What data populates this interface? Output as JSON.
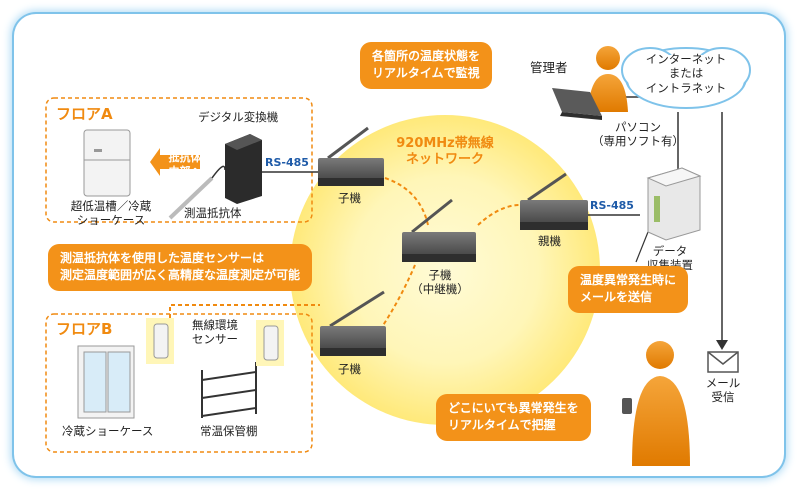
{
  "network": {
    "title_line1": "920MHz帯無線",
    "title_line2": "ネットワーク"
  },
  "floor_a": {
    "title": "フロアA",
    "showcase_line1": "超低温槽／冷蔵",
    "showcase_line2": "ショーケース",
    "tag_line1": "抵抗体",
    "tag_line2": "内部へ",
    "resistor_label": "測温抵抗体",
    "converter_label": "デジタル変換機"
  },
  "floor_b": {
    "title": "フロアB",
    "sensor_line1": "無線環境",
    "sensor_line2": "センサー",
    "showcase_label": "冷蔵ショーケース",
    "shelf_label": "常温保管棚"
  },
  "rs485": "RS-485",
  "child_label": "子機",
  "relay_line1": "子機",
  "relay_line2": "（中継機）",
  "parent_label": "親機",
  "collector_line1": "データ",
  "collector_line2": "収集装置",
  "admin_label": "管理者",
  "pc_line1": "パソコン",
  "pc_line2": "（専用ソフト有）",
  "cloud_line1": "インターネット",
  "cloud_line2": "または",
  "cloud_line3": "イントラネット",
  "mail_line1": "メール",
  "mail_line2": "受信",
  "callouts": {
    "monitor_line1": "各箇所の温度状態を",
    "monitor_line2": "リアルタイムで監視",
    "sensor_line1": "測温抵抗体を使用した温度センサーは",
    "sensor_line2": "測定温度範囲が広く高精度な温度測定が可能",
    "alert_line1": "温度異常発生時に",
    "alert_line2": "メールを送信",
    "anywhere_line1": "どこにいても異常発生を",
    "anywhere_line2": "リアルタイムで把握"
  },
  "colors": {
    "accent": "#f39219",
    "frame": "#7fc3ea",
    "rs485": "#1f5ba8",
    "network_glow": "#fff6b8"
  }
}
